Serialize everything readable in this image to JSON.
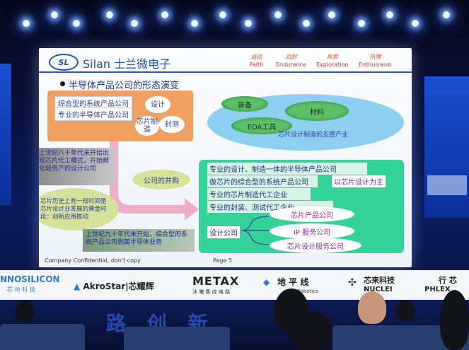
{
  "slide": {
    "logo_text": "SL",
    "brand": "Silan 士兰微电子",
    "motto": [
      {
        "zh": "诚信",
        "en": "Faith"
      },
      {
        "zh": "忍耐",
        "en": "Endurance"
      },
      {
        "zh": "探索",
        "en": "Exploration"
      },
      {
        "zh": "热情",
        "en": "Enthusiasm"
      }
    ],
    "title": "半导体产品公司的形态演变",
    "orange_panel": {
      "box1": "综合型的系统产品公司",
      "box2": "专业的半导体产品公司",
      "design": "设计",
      "chip_mfg": "芯片制造",
      "package_test": "封测"
    },
    "support": {
      "equipment": "装备",
      "materials": "材料",
      "eda": "EDA工具",
      "caption": "芯片设计制造的支撑产业"
    },
    "left_note_1": "上世纪八十年代末开始出现芯片代工模式，开始孵化轻资产的设计公司",
    "left_note_2": "芯片历史上有一段时间是芯片设计业发展的黄金时段：创新应用推动",
    "merger": "公司的并购",
    "bottom_note": "上世纪九十年代末开始，综合型的系统产品公司剥离半导体业务",
    "green_panel": {
      "row1": "专业的设计、制造一体的半导体产品公司",
      "row2": "做芯片的综合型的系统产品公司",
      "row2_tag": "以芯片设计为主",
      "row3": "专业的芯片制造代工企业",
      "row4": "专业的封装、测试代工企业",
      "design_co": "设计公司",
      "branch1": "芯片产品公司",
      "branch2": "IP 服务公司",
      "branch3": "芯片设计服务公司"
    },
    "footer": "Company Confidential, don't copy",
    "page": "Page 5"
  },
  "banner": {
    "s1": "NNOSILICON",
    "s1_sub": "芯 动 科 技",
    "s2": "AkroStar|芯耀辉",
    "s3": "METAX",
    "s3_sub": "沐 曦 集 成 电 路",
    "s4": "地 平 线",
    "s4_sub": "Robotics",
    "s5": "芯来科技",
    "s5_sub": "NUCLEI",
    "s6": "行 芯",
    "s6_sub": "PHLEX"
  },
  "backdrop_text": "路  创  新"
}
